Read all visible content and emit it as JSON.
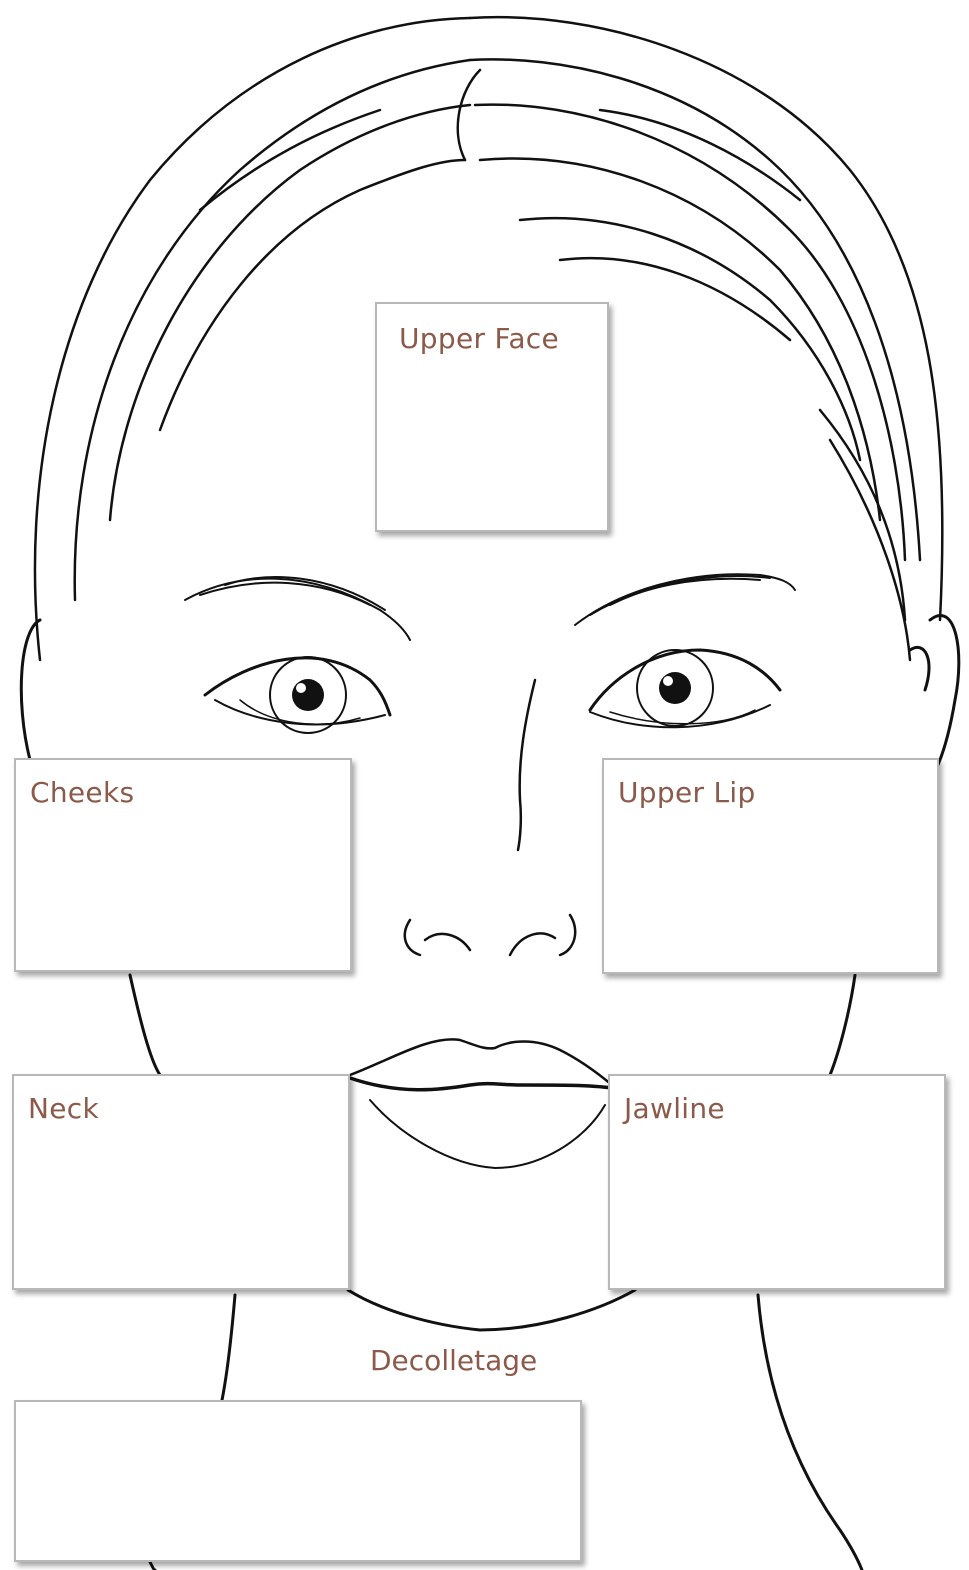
{
  "labels": {
    "upper_face": "Upper Face",
    "cheeks": "Cheeks",
    "upper_lip": "Upper Lip",
    "neck": "Neck",
    "jawline": "Jawline",
    "decolletage": "Decolletage"
  },
  "colors": {
    "label_text": "#8c5a4a",
    "line_art": "#111111",
    "box_border": "#b8b8b8",
    "background": "#ffffff"
  }
}
